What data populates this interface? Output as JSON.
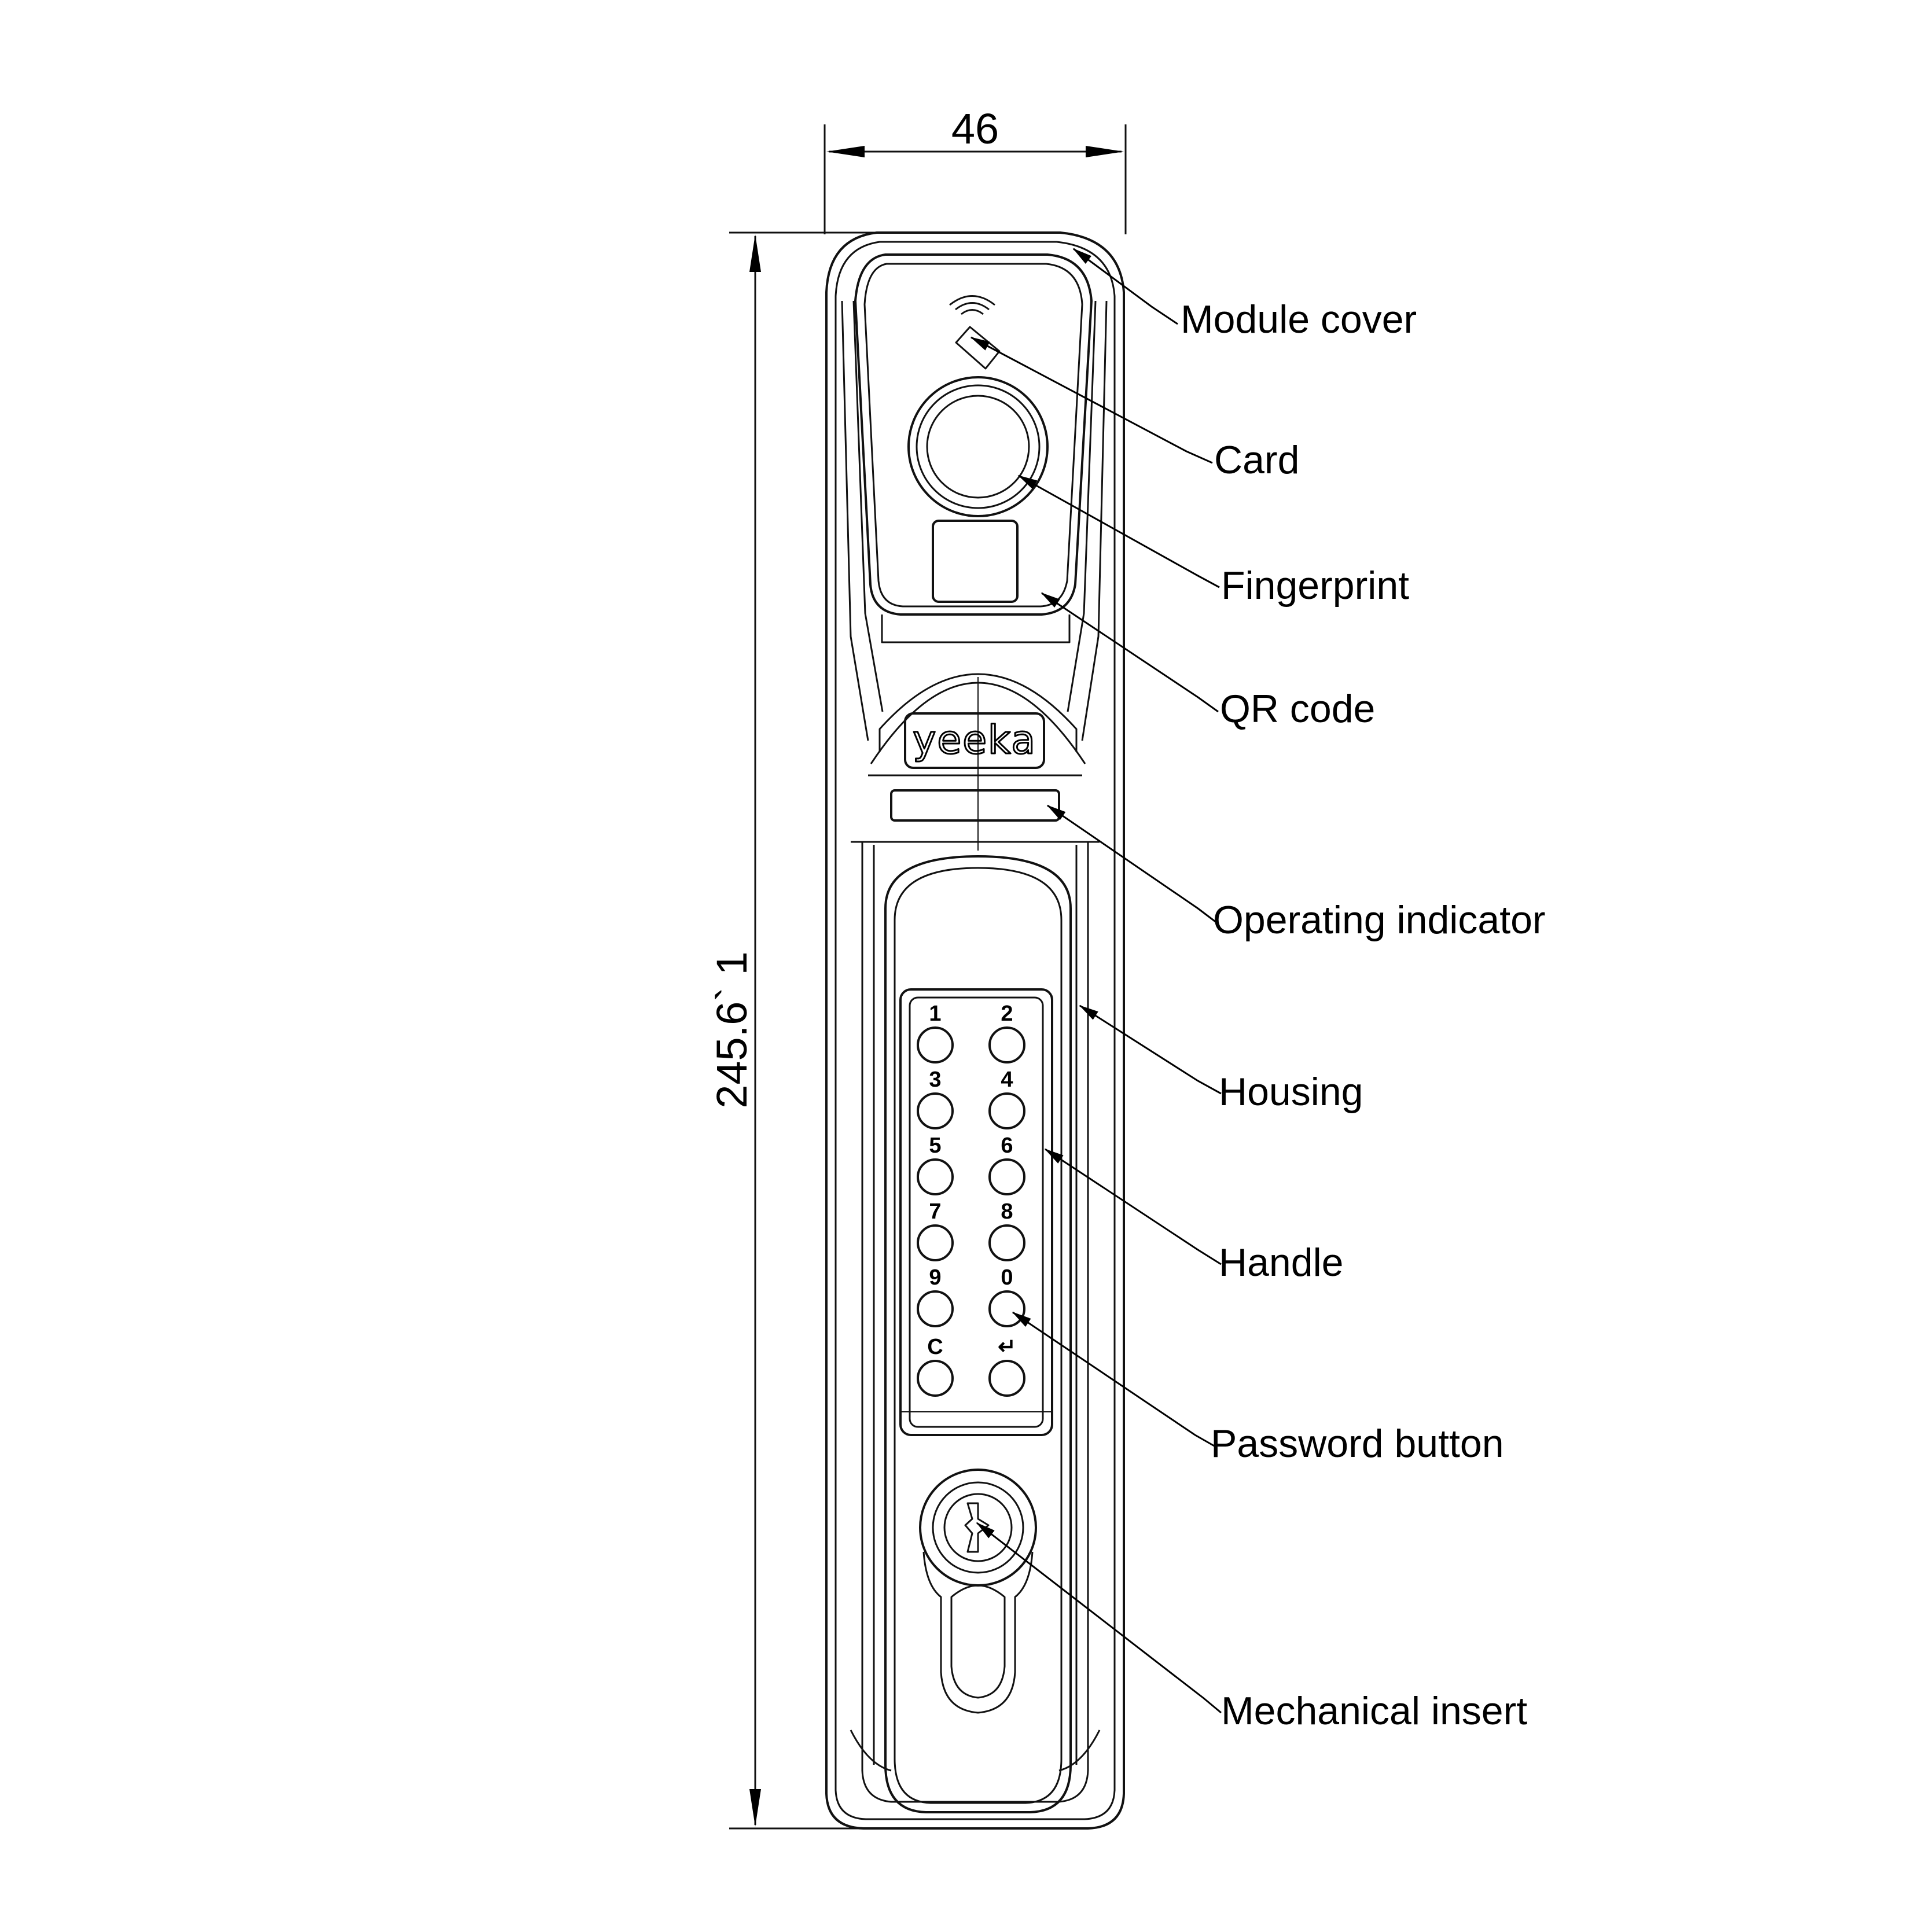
{
  "dimensions": {
    "width": "46",
    "height": "245.6` 1"
  },
  "brand": "yeeka",
  "keypad": {
    "left_column": [
      "1",
      "3",
      "5",
      "7",
      "9",
      "C"
    ],
    "right_column": [
      "2",
      "4",
      "6",
      "8",
      "0",
      "↵"
    ]
  },
  "callouts": [
    {
      "id": "module-cover",
      "label": "Module cover"
    },
    {
      "id": "card",
      "label": "Card"
    },
    {
      "id": "fingerprint",
      "label": "Fingerprint"
    },
    {
      "id": "qr-code",
      "label": "QR code"
    },
    {
      "id": "operating-indicator",
      "label": "Operating indicator"
    },
    {
      "id": "housing",
      "label": "Housing"
    },
    {
      "id": "handle",
      "label": "Handle"
    },
    {
      "id": "password-button",
      "label": "Password button"
    },
    {
      "id": "mechanical-insert",
      "label": "Mechanical insert"
    }
  ]
}
